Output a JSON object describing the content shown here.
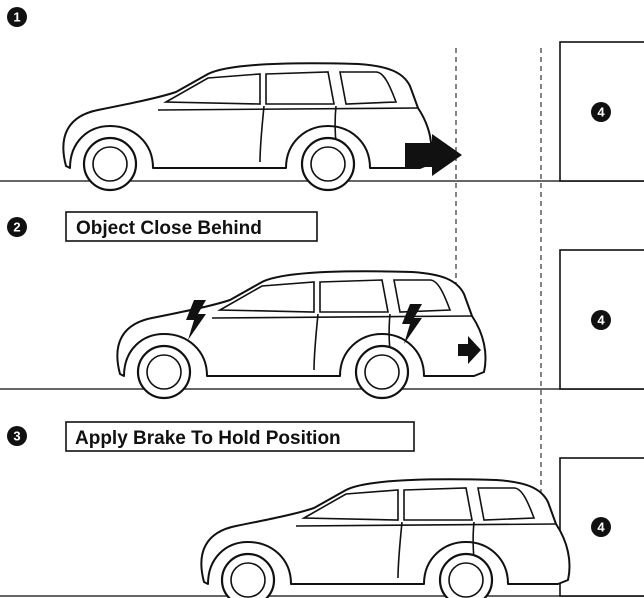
{
  "steps": [
    {
      "number": "1",
      "label": ""
    },
    {
      "number": "2",
      "label": "Object Close Behind"
    },
    {
      "number": "3",
      "label": "Apply Brake To Hold Position"
    }
  ],
  "obstacle": {
    "number": "4"
  },
  "icons": [
    "car-icon",
    "lightning-bolt-icon",
    "arrow-right-icon"
  ]
}
